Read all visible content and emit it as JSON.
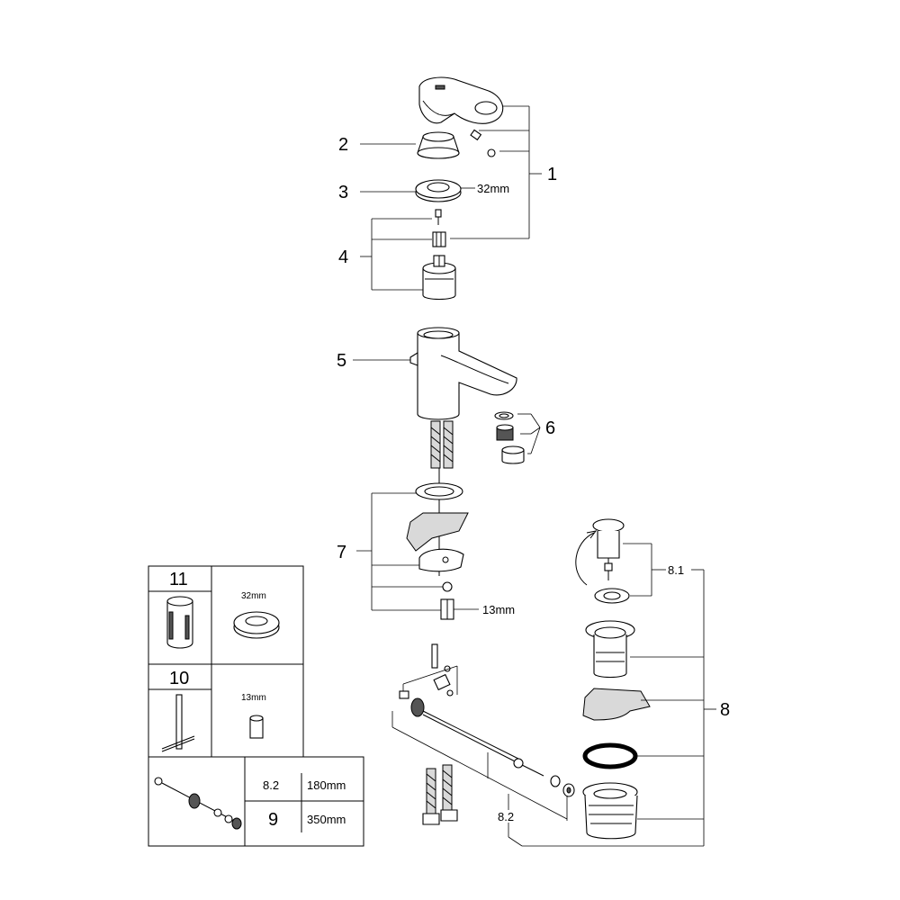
{
  "callouts": {
    "c1": "1",
    "c2": "2",
    "c3": "3",
    "c4": "4",
    "c5": "5",
    "c6": "6",
    "c7": "7",
    "c8": "8",
    "c8_1": "8.1",
    "c8_2": "8.2"
  },
  "measurements": {
    "nut_size": "32mm",
    "hex_size": "13mm"
  },
  "table": {
    "cell_11": {
      "number": "11",
      "size": "32mm"
    },
    "cell_10": {
      "number": "10",
      "size": "13mm"
    },
    "rows": [
      {
        "code": "8.2",
        "length": "180mm"
      },
      {
        "code": "9",
        "length": "350mm"
      }
    ]
  }
}
